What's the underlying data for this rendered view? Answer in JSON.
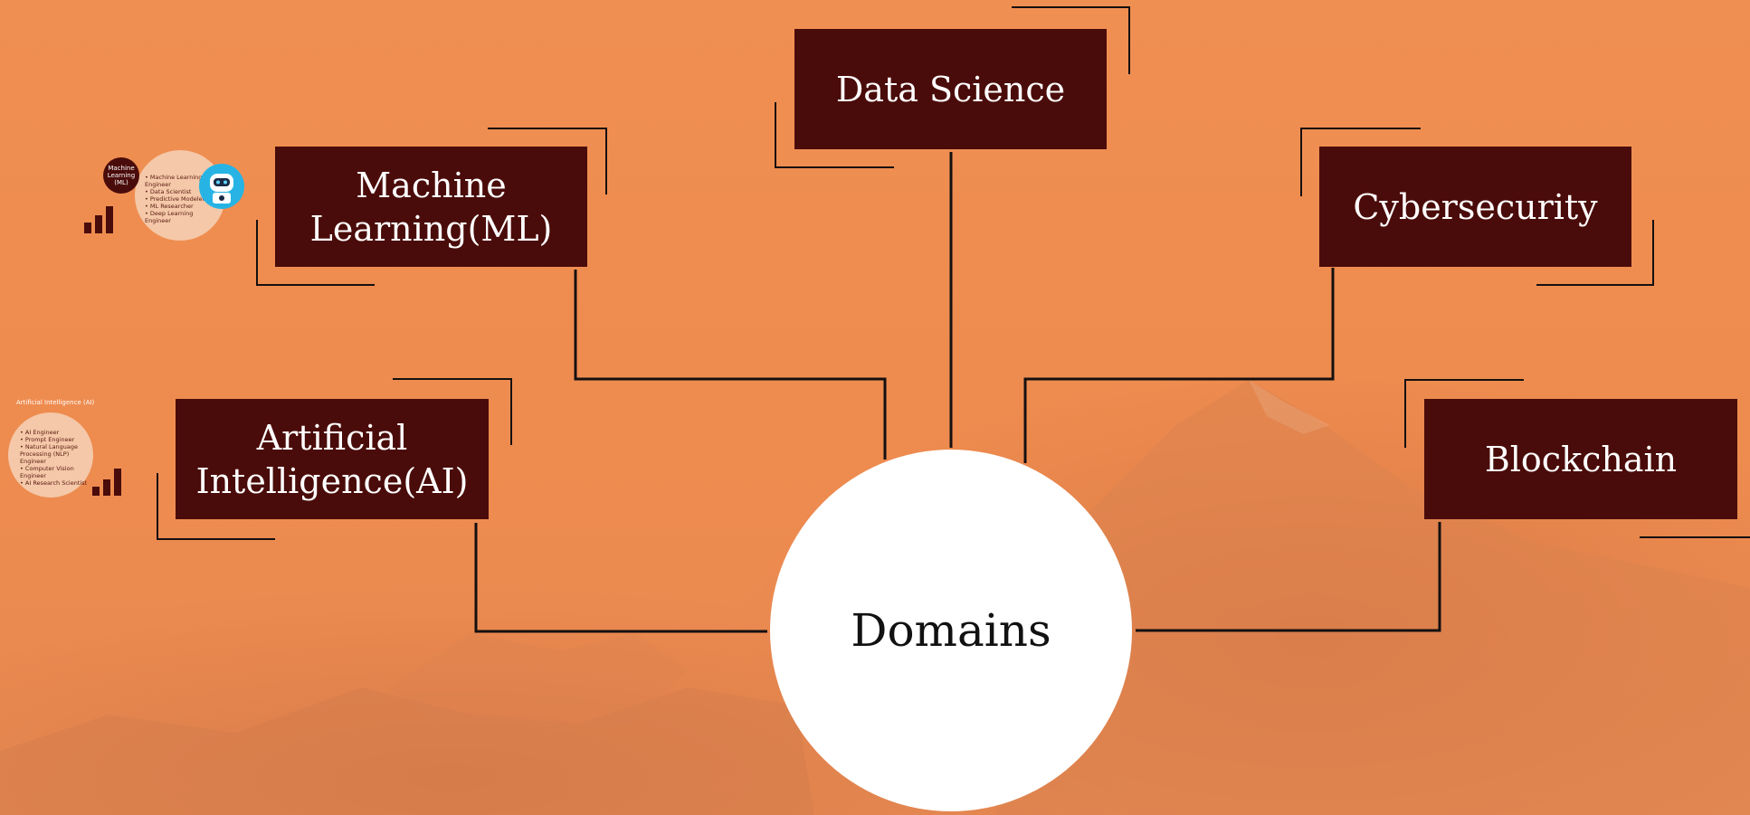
{
  "center": {
    "label": "Domains"
  },
  "domains": [
    {
      "id": "data-science",
      "label": "Data Science"
    },
    {
      "id": "ml",
      "label": "Machine\nLearning(ML)"
    },
    {
      "id": "cybersecurity",
      "label": "Cybersecurity"
    },
    {
      "id": "ai",
      "label": "Artificial\nIntelligence(AI)"
    },
    {
      "id": "blockchain",
      "label": "Blockchain"
    }
  ],
  "thumbnails": {
    "ml": {
      "title": "Machine\nLearning\n(ML)",
      "roles": [
        "Machine Learning Engineer",
        "Data Scientist",
        "Predictive Modeler",
        "ML Researcher",
        "Deep Learning Engineer"
      ],
      "icon": "robot-icon"
    },
    "ai": {
      "title": "Artificial Intelligence (AI)",
      "roles": [
        "AI Engineer",
        "Prompt Engineer",
        "Natural Language Processing (NLP) Engineer",
        "Computer Vision Engineer",
        "AI Research Scientist"
      ]
    }
  },
  "colors": {
    "background": "#ee8c50",
    "box": "#4a0c0a",
    "line": "#141010",
    "center": "#ffffff"
  }
}
